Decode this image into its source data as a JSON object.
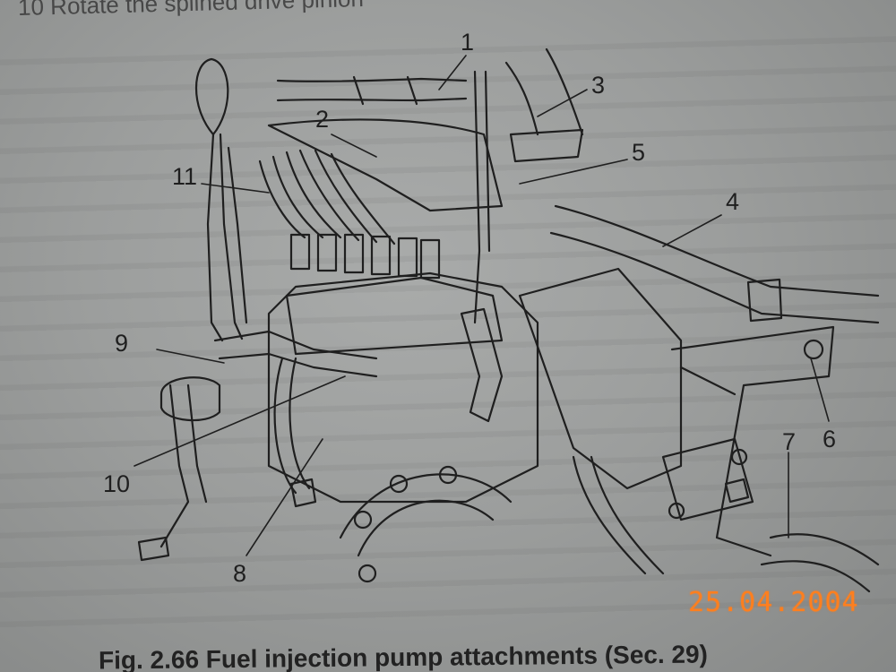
{
  "header_text": "10 Rotate the splined drive pinion",
  "caption": "Fig. 2.66  Fuel injection pump attachments (Sec. 29)",
  "date_stamp": "25.04.2004",
  "callouts": [
    "1",
    "2",
    "3",
    "4",
    "5",
    "6",
    "7",
    "8",
    "9",
    "10",
    "11"
  ],
  "colors": {
    "ink": "#1f1f1f",
    "paper": "#a4a6a5",
    "stamp": "#ff7f1e"
  }
}
